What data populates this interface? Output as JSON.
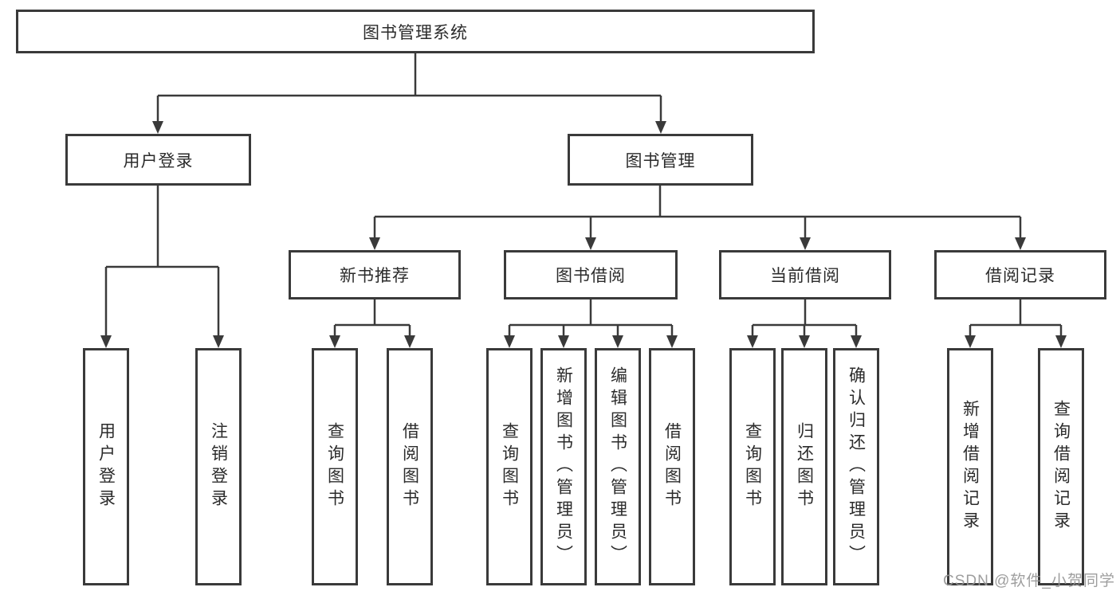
{
  "tree": {
    "root": {
      "label": "图书管理系统",
      "children": [
        {
          "label": "用户登录",
          "children": [
            {
              "label": "用户登录"
            },
            {
              "label": "注销登录"
            }
          ]
        },
        {
          "label": "图书管理",
          "children": [
            {
              "label": "新书推荐",
              "children": [
                {
                  "label": "查询图书"
                },
                {
                  "label": "借阅图书"
                }
              ]
            },
            {
              "label": "图书借阅",
              "children": [
                {
                  "label": "查询图书"
                },
                {
                  "label": "新增图书（管理员）"
                },
                {
                  "label": "编辑图书（管理员）"
                },
                {
                  "label": "借阅图书"
                }
              ]
            },
            {
              "label": "当前借阅",
              "children": [
                {
                  "label": "查询图书"
                },
                {
                  "label": "归还图书"
                },
                {
                  "label": "确认归还（管理员）"
                }
              ]
            },
            {
              "label": "借阅记录",
              "children": [
                {
                  "label": "新增借阅记录"
                },
                {
                  "label": "查询借阅记录"
                }
              ]
            }
          ]
        }
      ]
    }
  },
  "watermark": "CSDN @软件_小贺同学",
  "colors": {
    "line": "#3a3a3a",
    "text": "#2b2b2b",
    "watermark": "#969696",
    "background": "#ffffff"
  }
}
